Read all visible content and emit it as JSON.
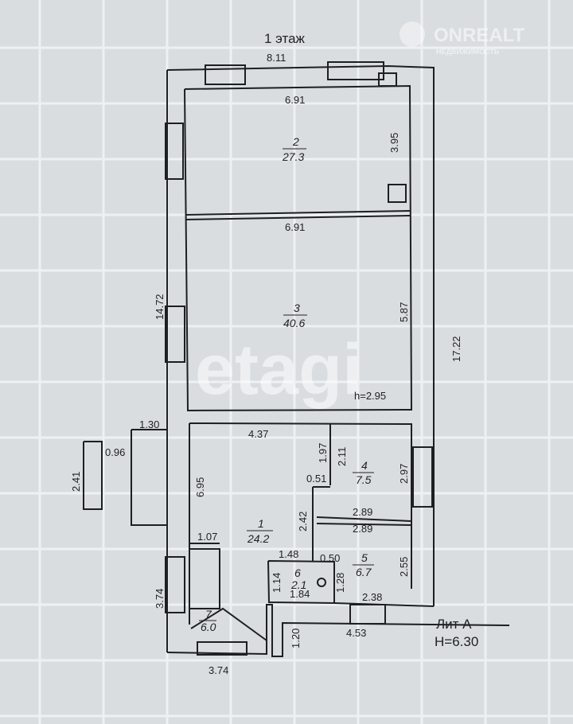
{
  "title": "1 этаж",
  "watermark": {
    "brand": "ONREALT",
    "subtitle": "НЕДВИЖИМОСТЬ",
    "center": "etagi"
  },
  "dimensions": {
    "top_outer": "8.11",
    "room2_top": "6.91",
    "room2_right": "3.95",
    "room3_top": "6.91",
    "left_outer": "14.72",
    "room3_right": "5.87",
    "height": "h=2.95",
    "right_outer": "17.22",
    "porch_top": "1.30",
    "porch_side": "0.96",
    "porch_steps": "2.41",
    "room1_top": "4.37",
    "room1_left": "6.95",
    "corr_197": "1.97",
    "room4_211": "2.11",
    "wall_051": "0.51",
    "room4_right": "2.97",
    "room4_bottom": "2.89",
    "room5_top": "2.89",
    "corr_242": "2.42",
    "stairs_width": "1.07",
    "bath_top": "1.48",
    "wall_050": "0.50",
    "room5_right": "2.55",
    "bath_left": "1.14",
    "bath_right": "1.28",
    "bath_bottom": "1.84",
    "room5_bottom": "2.38",
    "left_lower": "3.74",
    "bottom_left": "3.74",
    "bottom_step": "1.20",
    "bottom_right": "4.53"
  },
  "rooms": [
    {
      "num": "2",
      "area": "27.3"
    },
    {
      "num": "3",
      "area": "40.6"
    },
    {
      "num": "1",
      "area": "24.2"
    },
    {
      "num": "4",
      "area": "7.5"
    },
    {
      "num": "5",
      "area": "6.7"
    },
    {
      "num": "6",
      "area": "2.1"
    },
    {
      "num": "7",
      "area": "6.0"
    }
  ],
  "lit": {
    "label": "Лит А",
    "height": "H=6.30"
  }
}
